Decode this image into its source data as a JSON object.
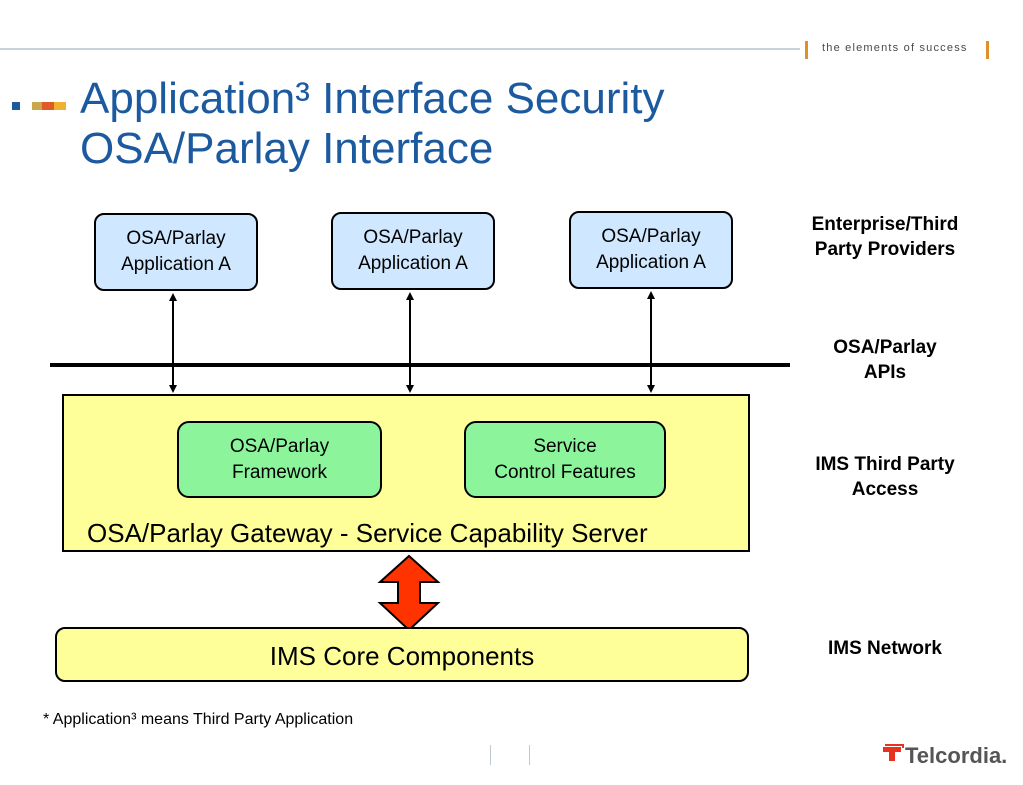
{
  "header": {
    "tagline": "the elements of success",
    "title_line1": "Application³ Interface Security",
    "title_line2": "OSA/Parlay Interface"
  },
  "diagram": {
    "apps": [
      {
        "line1": "OSA/Parlay",
        "line2": "Application A"
      },
      {
        "line1": "OSA/Parlay",
        "line2": "Application A"
      },
      {
        "line1": "OSA/Parlay",
        "line2": "Application A"
      }
    ],
    "framework": {
      "line1": "OSA/Parlay",
      "line2": "Framework"
    },
    "service_control": {
      "line1": "Service",
      "line2": "Control Features"
    },
    "gateway_label": "OSA/Parlay Gateway - Service Capability Server",
    "core_label": "IMS Core Components"
  },
  "side_labels": {
    "enterprise": {
      "line1": "Enterprise/Third",
      "line2": "Party Providers"
    },
    "apis": {
      "line1": "OSA/Parlay",
      "line2": "APIs"
    },
    "third_party_access": {
      "line1": "IMS Third Party",
      "line2": "Access"
    },
    "network": {
      "line1": "IMS Network"
    }
  },
  "footnote": "* Application³  means Third Party Application",
  "footer": {
    "brand": "Telcordia."
  },
  "colors": {
    "title": "#1c5aa0",
    "app_box": "#cfe8ff",
    "green_box": "#8cf59c",
    "yellow": "#ffff99",
    "red_arrow": "#ff3300",
    "logo_red": "#e8321e"
  }
}
